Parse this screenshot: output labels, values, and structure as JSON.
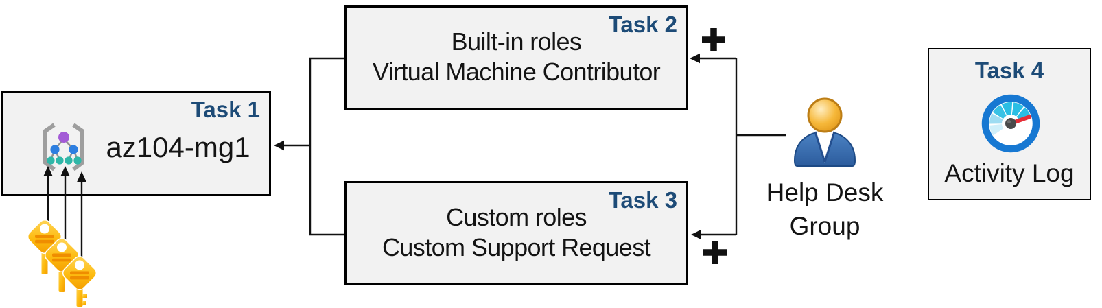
{
  "colors": {
    "navy": "#1d4b77",
    "box-fill": "#f2f2f2",
    "box-border": "#000000",
    "ink": "#111111",
    "text": "#141414",
    "key-gold": "#f9b200",
    "key-stripe": "#ef8d00",
    "bracket-gray": "#9e9e9e",
    "mg-purple": "#a35bd6",
    "mg-blue": "#2e7fe0",
    "mg-teal": "#2fb7a8",
    "gauge-ring": "#1778d2",
    "gauge-vivid": "#2abee4",
    "needle-red": "#e62e38",
    "person-blue": "#3b6eae",
    "head-gold": "#eda427"
  },
  "nodes": {
    "task1": {
      "badge": "Task 1",
      "name": "az104-mg1",
      "icon": "management-group-icon"
    },
    "task2": {
      "badge": "Task 2",
      "lines": [
        "Built-in roles",
        "Virtual Machine Contributor"
      ]
    },
    "task3": {
      "badge": "Task 3",
      "lines": [
        "Custom roles",
        "Custom Support Request"
      ]
    },
    "task4": {
      "badge": "Task 4",
      "name": "Activity Log",
      "icon": "gauge-icon"
    },
    "help_desk": {
      "lines": [
        "Help Desk",
        "Group"
      ],
      "icon": "user-icon"
    },
    "keys": {
      "icon": "key-icon",
      "count": 3
    }
  },
  "symbols": {
    "plus": "+"
  },
  "icons": {
    "management_group": "management-group-icon",
    "keys": "key-icon",
    "user": "user-icon",
    "activity_log": "gauge-icon",
    "plus": "plus-icon"
  },
  "connections": [
    {
      "from": "help_desk",
      "to": "task2",
      "type": "arrow",
      "annotation": "plus"
    },
    {
      "from": "help_desk",
      "to": "task3",
      "type": "arrow",
      "annotation": "plus"
    },
    {
      "from": "task2",
      "to": "task1",
      "type": "arrow"
    },
    {
      "from": "task3",
      "to": "task1",
      "type": "arrow"
    },
    {
      "from": "keys",
      "to": "task1",
      "type": "arrow",
      "count": 3
    }
  ]
}
